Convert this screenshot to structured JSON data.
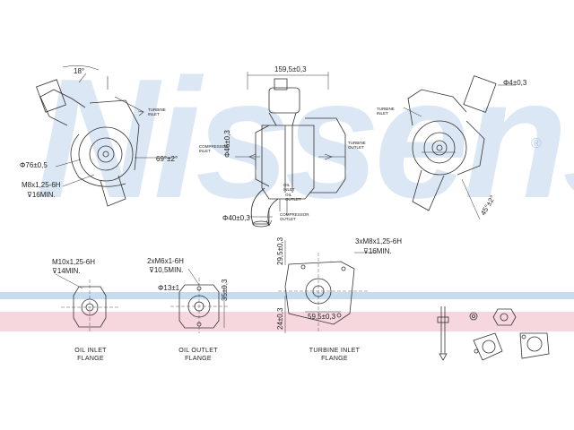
{
  "watermark": {
    "text": "Nissens",
    "mark": "®"
  },
  "colors": {
    "watermark": "#9bbde0",
    "band_blue": "#b9d3ea",
    "band_pink": "#f4c9d3",
    "line": "#333333"
  },
  "dimensions": {
    "angle_top": "18°",
    "width_top": "159,5±0,3",
    "flange_diam": "Φ4±0,3",
    "diam_76": "Φ76±0,5",
    "angle_69": "69°±2°",
    "thread_m8": "M8x1,25-6H",
    "depth_16": "⊽16MIN.",
    "diam_46": "Φ46±0,3",
    "diam_40": "Φ40±0,3",
    "angle_45": "45°±2°",
    "thread_m10": "M10x1,25-6H",
    "depth_14": "⊽14MIN.",
    "thread_m6": "2xM6x1-6H",
    "depth_105": "⊽10,5MIN.",
    "diam_13": "Φ13±1",
    "dim_35": "35±0,3",
    "dim_295": "29,5±0,3",
    "thread_m8b": "3xM8x1,25-6H",
    "depth_16b": "⊽16MIN.",
    "dim_24": "24±0,3",
    "dim_595": "59,5±0,3"
  },
  "notes": {
    "turbine_inlet_a": "TURBINE\nINLET",
    "compressor_inlet": "COMPRESSOR\nINLET",
    "turbine_outlet": "TURBINE\nOUTLET",
    "oil_inlet": "OIL\nINLET",
    "oil_outlet": "OIL\nOUTLET",
    "compressor_outlet": "COMPRESSOR\nOUTLET",
    "turbine_inlet_b": "TURBINE\nINLET"
  },
  "captions": {
    "oil_inlet_flange": "OIL INLET\nFLANGE",
    "oil_outlet_flange": "OIL OUTLET\nFLANGE",
    "turbine_inlet_flange": "TURBINE INLET\nFLANGE"
  }
}
